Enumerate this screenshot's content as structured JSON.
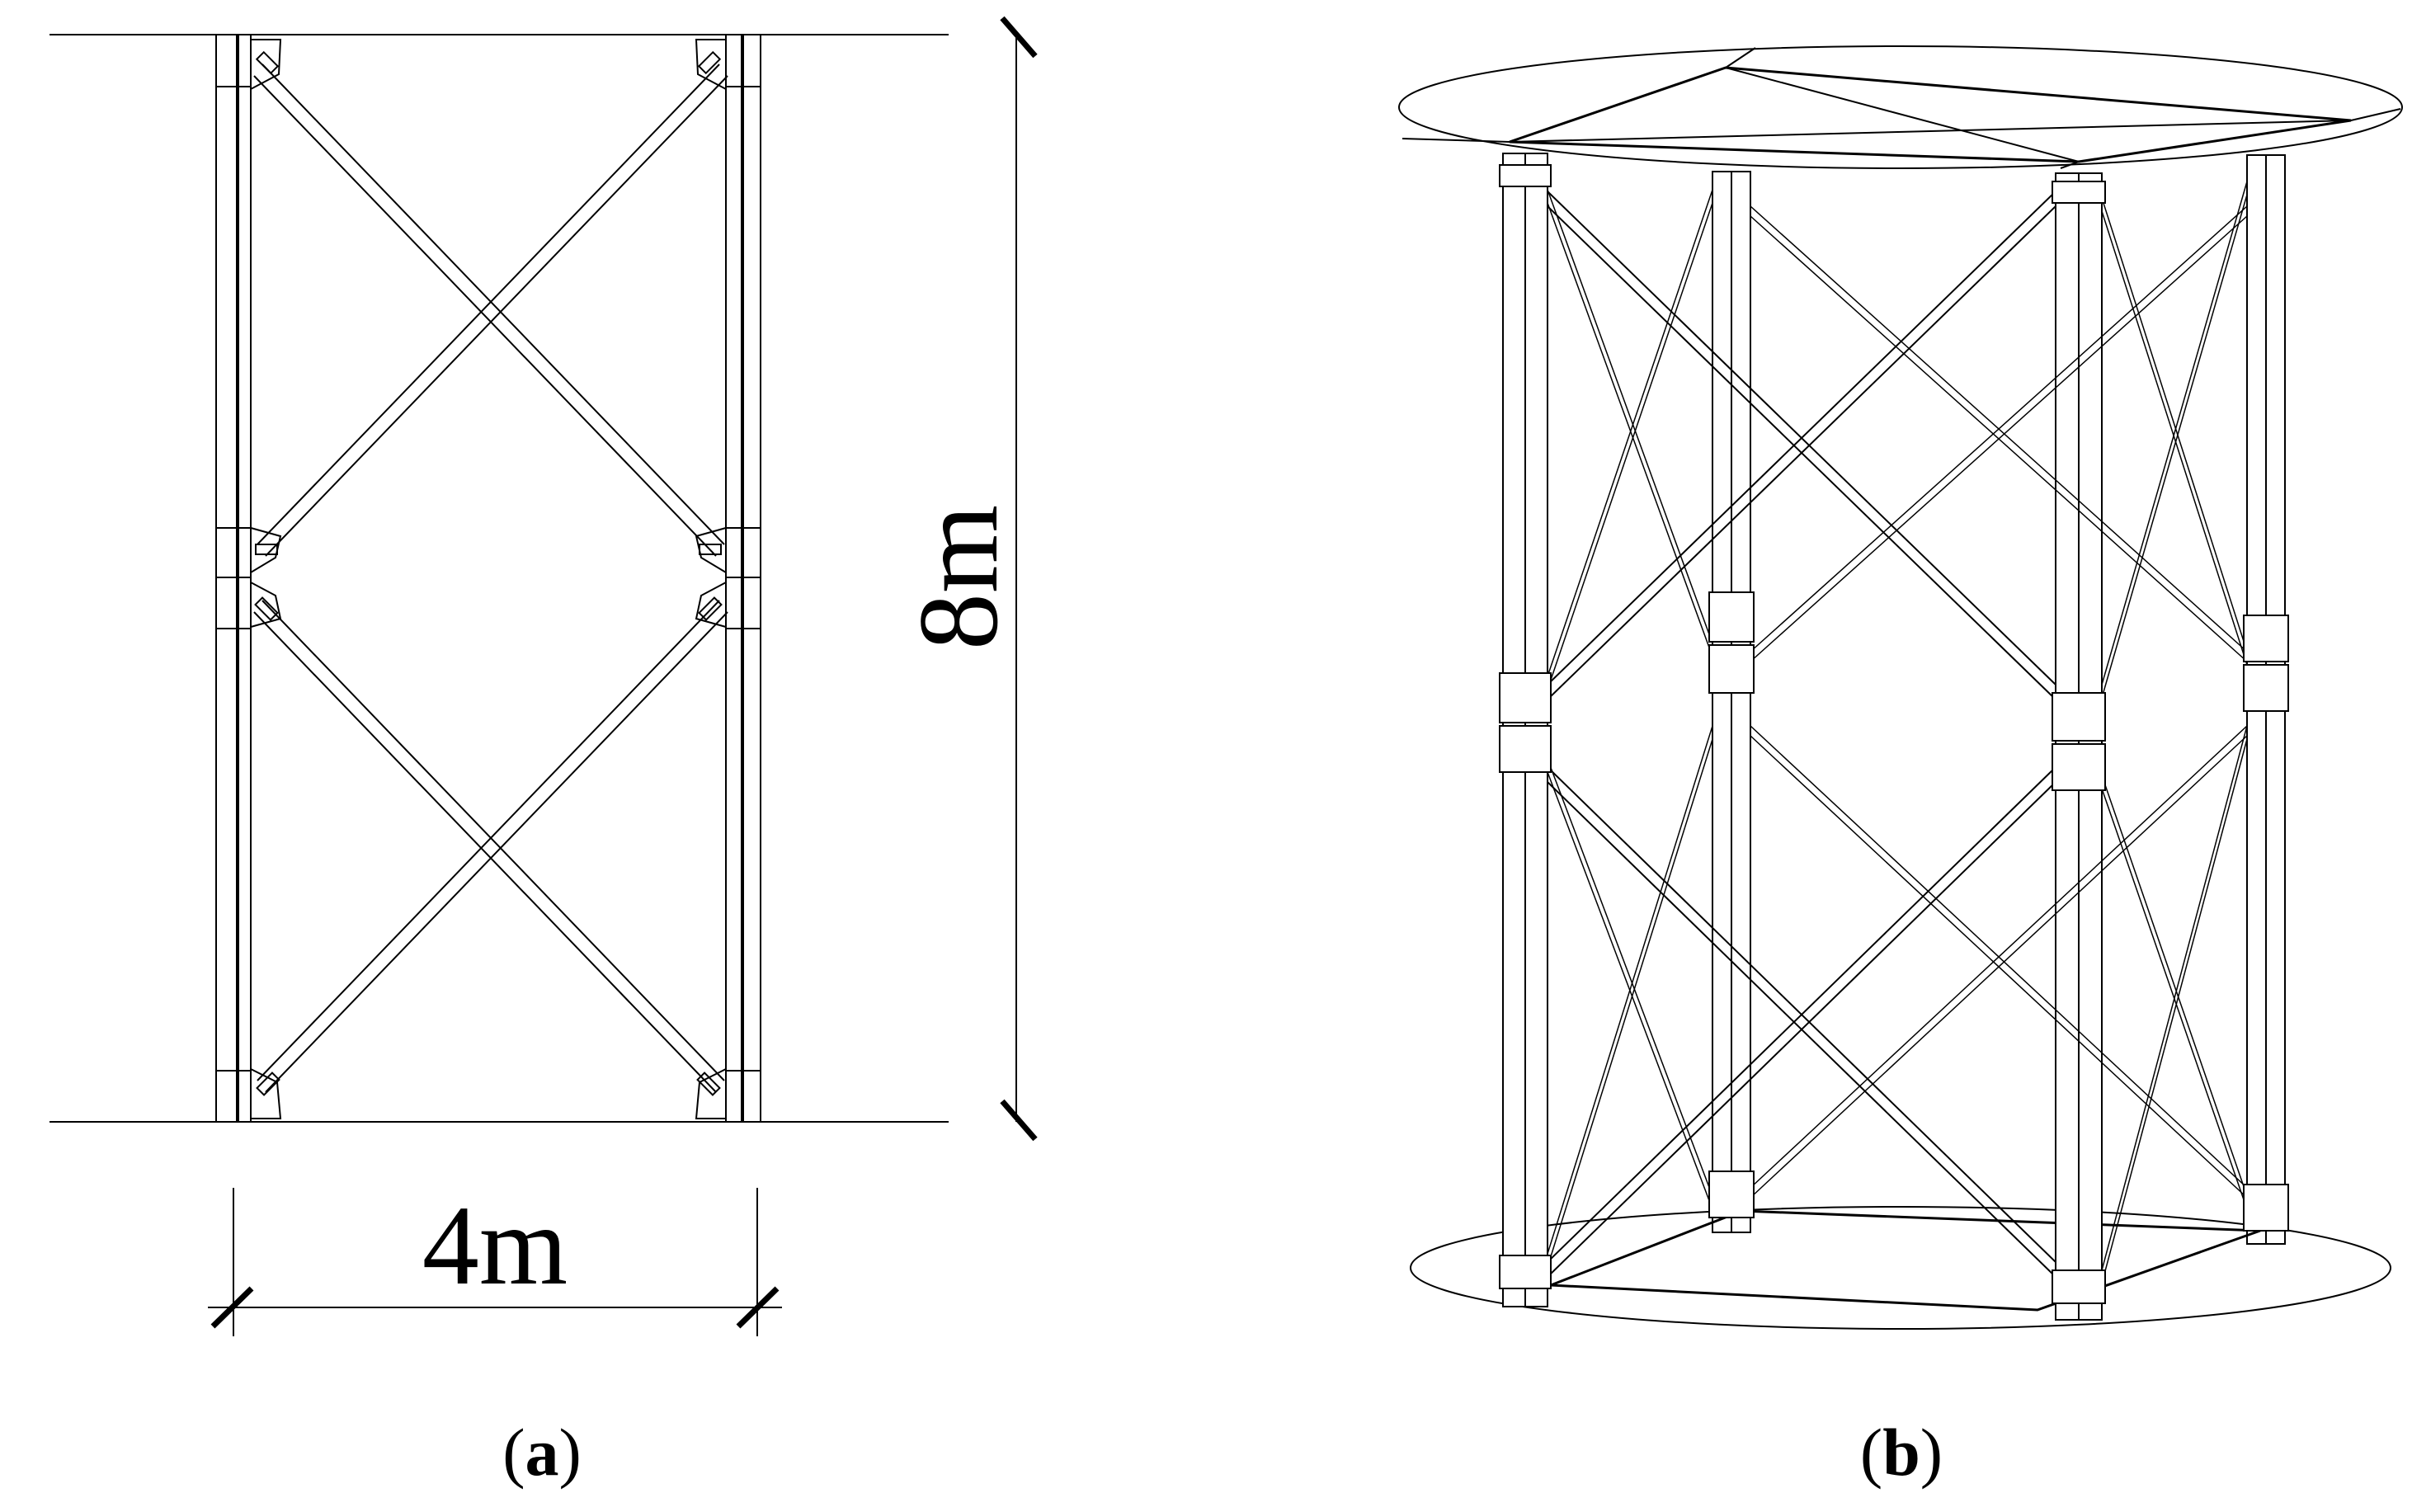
{
  "panel_a": {
    "width_label": "4m",
    "height_label": "8m",
    "caption_open": "(",
    "caption_letter": "a",
    "caption_close": ")"
  },
  "panel_b": {
    "caption_open": "(",
    "caption_letter": "b",
    "caption_close": ")"
  },
  "colors": {
    "line": "#000000",
    "background": "#ffffff"
  }
}
